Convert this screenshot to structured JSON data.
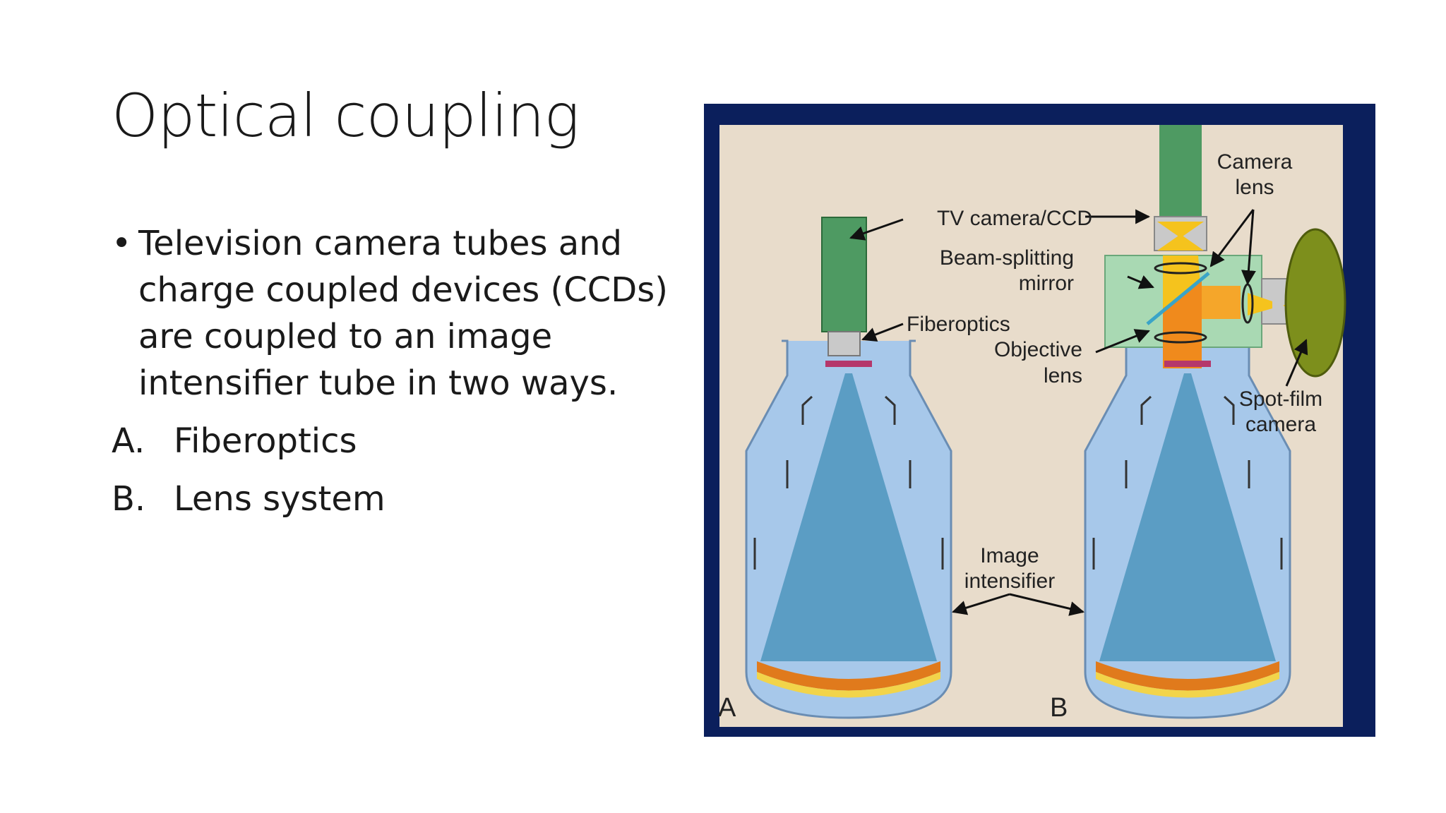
{
  "slide": {
    "title": "Optical coupling",
    "bullet": "Television camera tubes and charge coupled devices (CCDs) are coupled to an image intensifier tube in two ways.",
    "bullet_mark": "•",
    "list": [
      {
        "marker": "A.",
        "text": "Fiberoptics"
      },
      {
        "marker": "B.",
        "text": "Lens system"
      }
    ]
  },
  "figure": {
    "labels": {
      "tv_camera": "TV camera/CCD",
      "beam_splitting_1": "Beam-splitting",
      "beam_splitting_2": "mirror",
      "fiberoptics": "Fiberoptics",
      "objective_1": "Objective",
      "objective_2": "lens",
      "camera_lens_1": "Camera",
      "camera_lens_2": "lens",
      "spot_film_1": "Spot-film",
      "spot_film_2": "camera",
      "image_int_1": "Image",
      "image_int_2": "intensifier",
      "panel_a": "A",
      "panel_b": "B"
    },
    "colors": {
      "frame": "#0b1f5c",
      "background": "#e8dccb",
      "tube_glass": "#a7c8ea",
      "beam": "#5b9dc4",
      "camera_green": "#4e9a62",
      "housing_green": "#a9d9b3",
      "spot_film_olive": "#7d8f1c",
      "orange": "#f08a1c",
      "yellow": "#f5c31d"
    }
  }
}
